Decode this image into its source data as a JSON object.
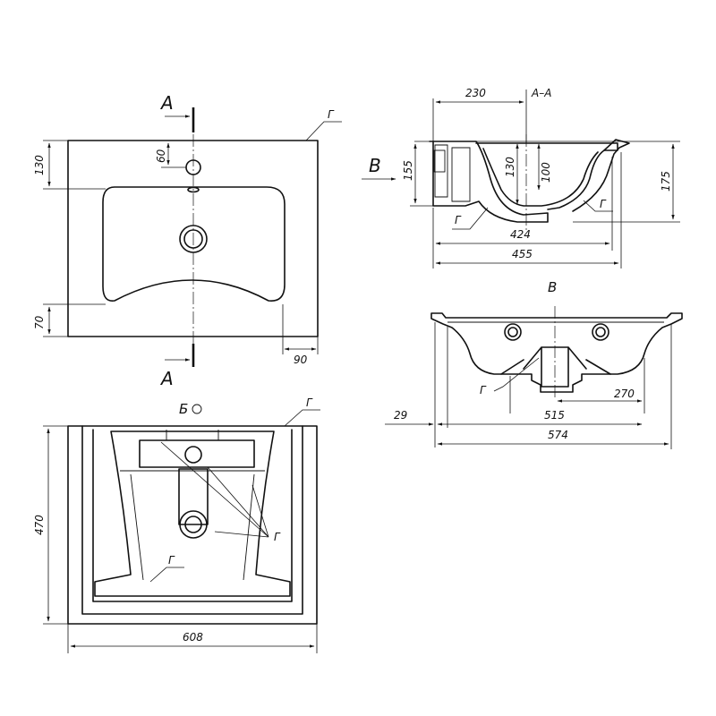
{
  "top_view": {
    "section_mark_top": "A",
    "section_mark_bottom": "A",
    "glaze_mark": "Г",
    "dim_130": "130",
    "dim_60": "60",
    "dim_70": "70",
    "dim_90": "90"
  },
  "section_view": {
    "title": "A–A",
    "view_arrow": "B",
    "dim_230": "230",
    "dim_155": "155",
    "dim_130": "130",
    "dim_100": "100",
    "dim_175": "175",
    "dim_424": "424",
    "dim_455": "455",
    "glaze_mark_left": "Г",
    "glaze_mark_right": "Г"
  },
  "back_view": {
    "title": "B",
    "dim_29": "29",
    "dim_515": "515",
    "dim_270": "270",
    "dim_574": "574",
    "glaze_mark": "Г"
  },
  "bottom_view": {
    "view_label": "Б",
    "glaze_mark_top": "Г",
    "glaze_mark_right": "Г",
    "glaze_mark_inner": "Г",
    "dim_470": "470",
    "dim_608": "608"
  }
}
